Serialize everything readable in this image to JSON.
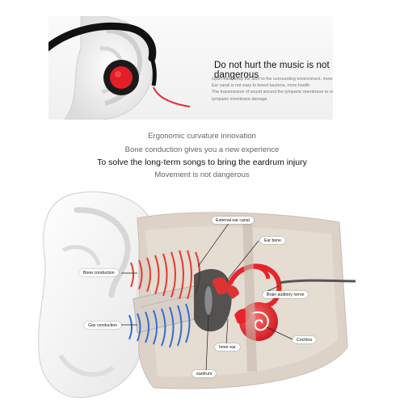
{
  "top": {
    "title": "Do not hurt the music is not dangerous",
    "desc": [
      "Open ears, keep the alert to the surrounding environment, more secure",
      "Ear canal is not easy to breed bacteria, more health",
      "The transmission of sound around the tympanic membrane to reduce",
      "tympanic membrane damage"
    ]
  },
  "middle": {
    "line1": "Ergonomic curvature innovation",
    "line2": "Bone conduction gives you a new experience",
    "line3": "To solve the long-term songs to bring the eardrum injury",
    "line4": "Movement is not dangerous"
  },
  "diagram": {
    "labels": {
      "external_ear_canal": "External ear canal",
      "ear_bone": "Ear bone",
      "bone_conduction": "Bone conduction",
      "brain_auditory_nerve": "Brain auditory nerve",
      "gas_conduction": "Gas conduction",
      "cochlea": "Cochlea",
      "inner_ear": "Inner ear",
      "eardrum": "eardrum"
    },
    "colors": {
      "bone_wave": "#e53a2c",
      "air_wave": "#2f6fd0",
      "organ": "#e8242a",
      "tissue": "#dcd2c8"
    }
  }
}
